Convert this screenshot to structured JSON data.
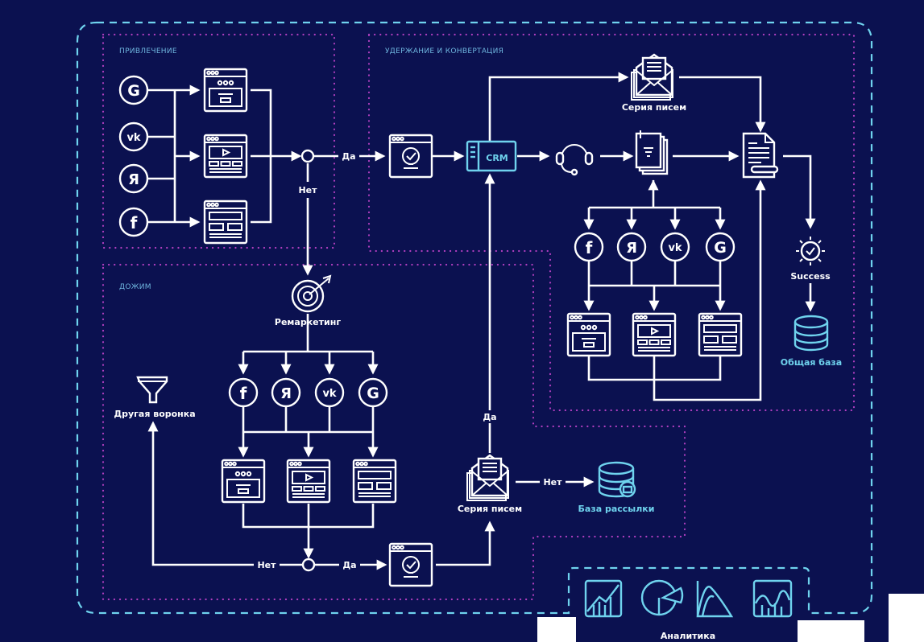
{
  "colors": {
    "background": "#0b1150",
    "line": "#ffffff",
    "accent_cyan": "#6fd3ee",
    "zone_border": "#b23fc0",
    "region_label": "#6fb6df"
  },
  "regions": {
    "attraction": "ПРИВЛЕЧЕНИЕ",
    "retention": "УДЕРЖАНИЕ И КОНВЕРТАЦИЯ",
    "push": "ДОЖИМ"
  },
  "sources": {
    "google": "G",
    "vk": "vk",
    "yandex": "Я",
    "facebook": "f"
  },
  "labels": {
    "yes": "Да",
    "no": "Нет",
    "crm": "CRM",
    "email_series_top": "Серия писем",
    "email_series_bottom": "Серия писем",
    "remarketing": "Ремаркетинг",
    "other_funnel": "Другая воронка",
    "success": "Success",
    "common_base": "Общая база",
    "mailing_base": "База рассылки",
    "analytics": "Аналитика"
  },
  "icons": [
    "google-icon",
    "vk-icon",
    "yandex-icon",
    "facebook-icon",
    "landing-page-icon",
    "video-page-icon",
    "catalog-page-icon",
    "conversion-page-icon",
    "crm-icon",
    "headset-icon",
    "email-icon",
    "documents-icon",
    "contract-icon",
    "success-icon",
    "database-icon",
    "target-icon",
    "funnel-icon",
    "mail-database-icon",
    "line-chart-icon",
    "pie-chart-icon",
    "distribution-chart-icon",
    "wave-chart-icon"
  ]
}
